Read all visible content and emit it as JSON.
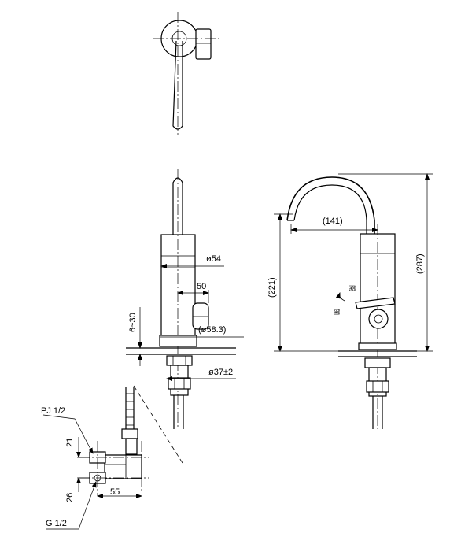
{
  "dimensions": {
    "body_diameter": "ø54",
    "lever_offset": "50",
    "mount_diameter": "(ø58.3)",
    "shank_diameter": "ø37±2",
    "mount_thickness": "6~30",
    "spout_reach": "(141)",
    "spout_height": "(221)",
    "overall_height": "(287)",
    "connector_height": "21",
    "outlet_offset": "26",
    "connector_length": "55"
  },
  "threads": {
    "supply_thread": "PJ 1/2",
    "outlet_thread": "G 1/2"
  },
  "lever_markings": {
    "open": "開",
    "close": "閉"
  }
}
